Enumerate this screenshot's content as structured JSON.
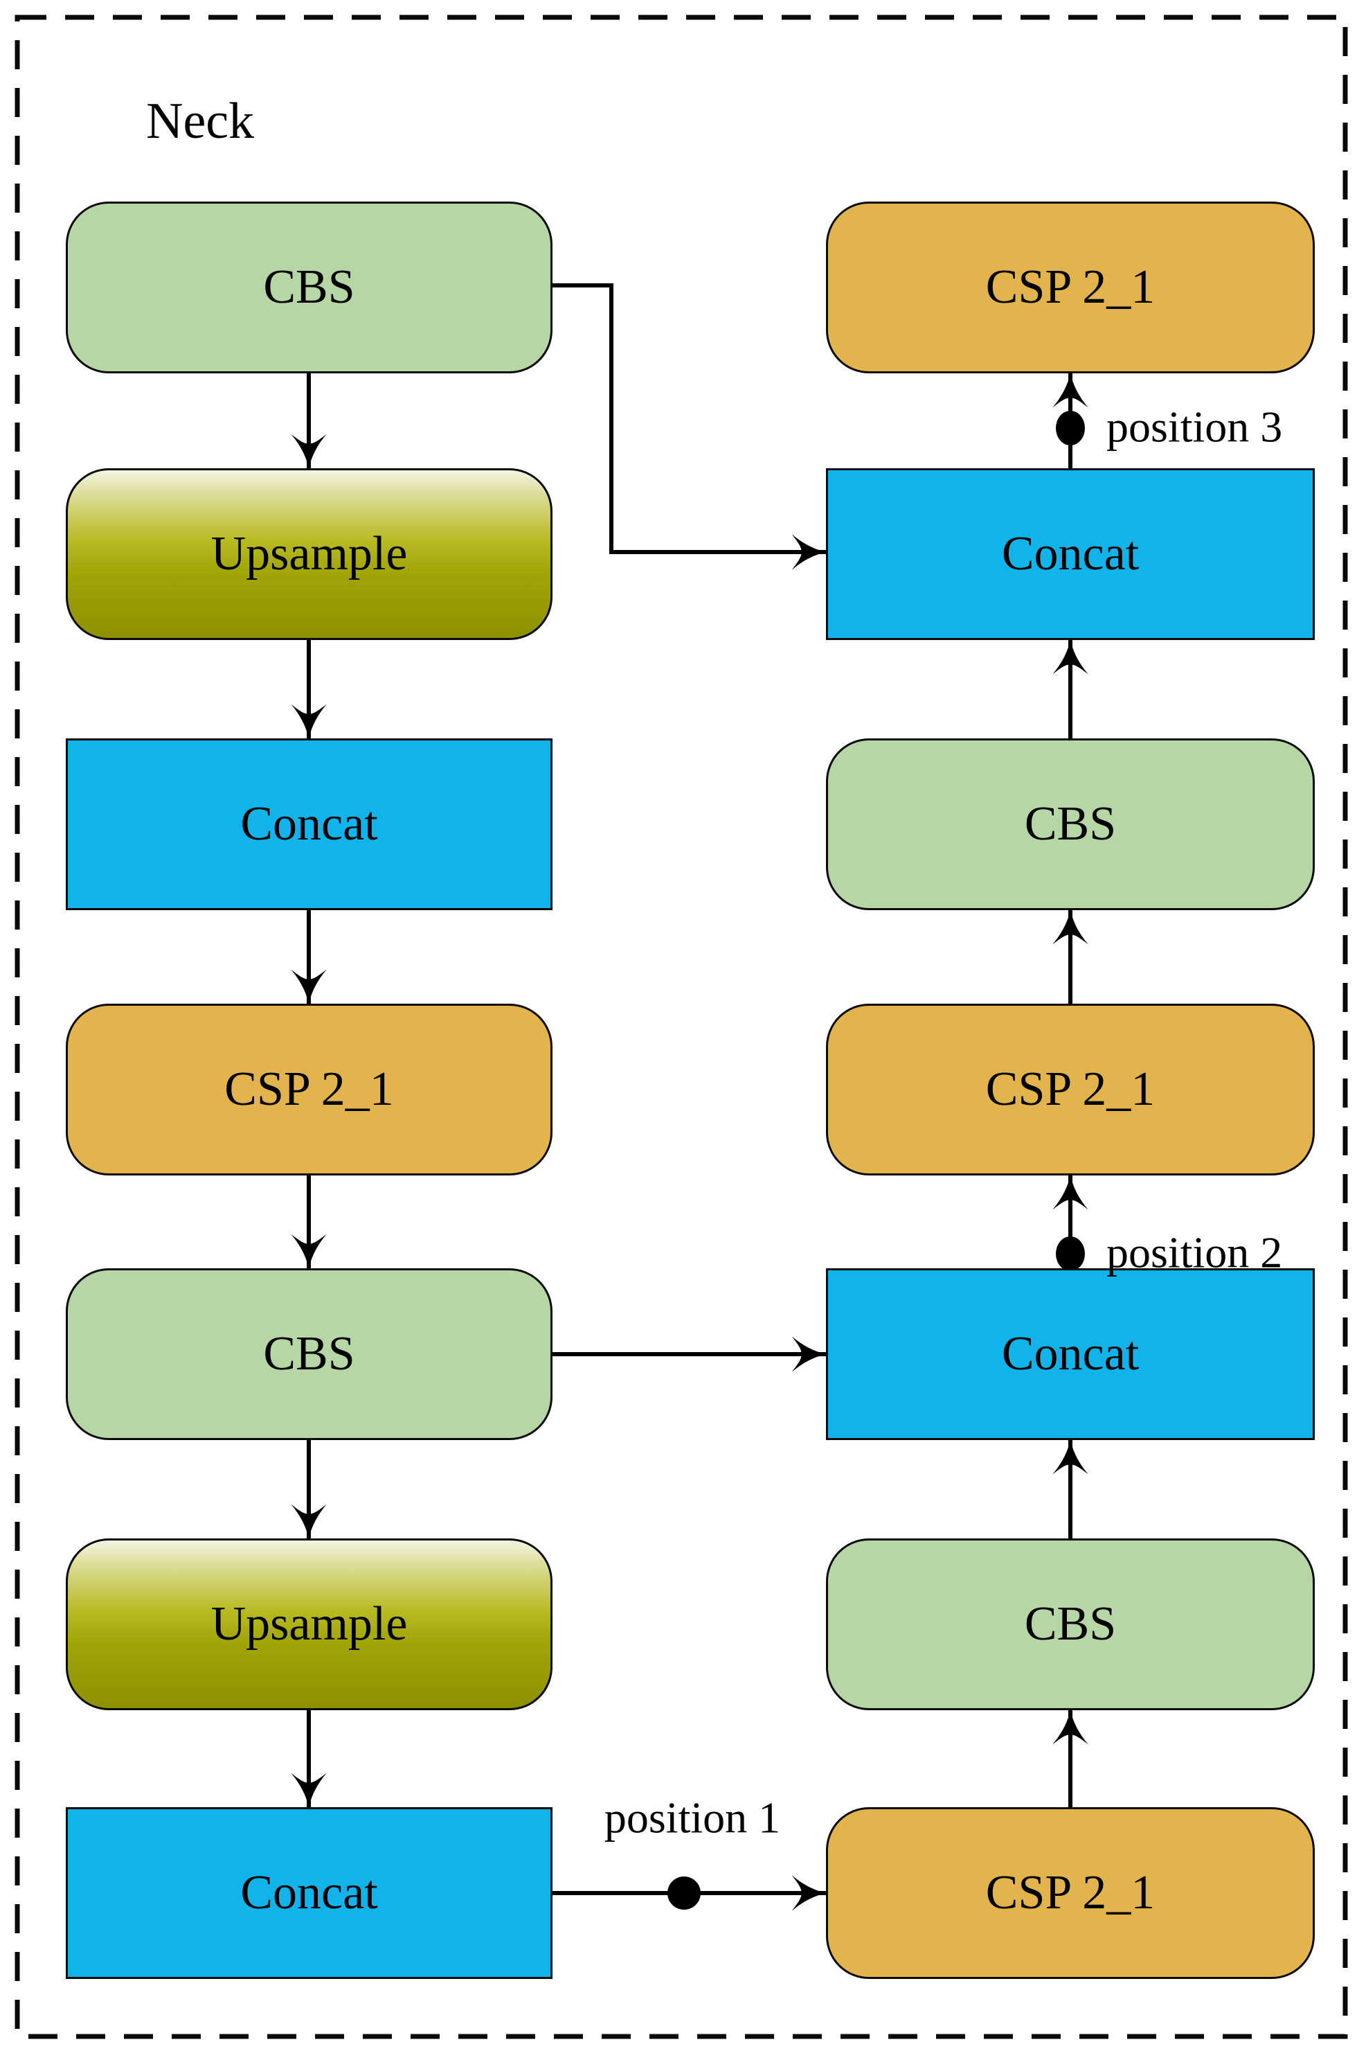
{
  "title": "Neck",
  "colors": {
    "cbs": "#b7d6a6",
    "csp": "#e4b44c",
    "concat": "#10b4ea",
    "upsample-top": "#f3f5e3",
    "upsample-mid": "#b8ba22",
    "upsample-bottom": "#8d9100",
    "line": "#000000"
  },
  "nodes": [
    {
      "id": "cbs-left-1",
      "label": "CBS",
      "type": "cbs"
    },
    {
      "id": "upsample-1",
      "label": "Upsample",
      "type": "upsample"
    },
    {
      "id": "concat-left-1",
      "label": "Concat",
      "type": "concat"
    },
    {
      "id": "csp-left-1",
      "label": "CSP 2_1",
      "type": "csp"
    },
    {
      "id": "cbs-left-2",
      "label": "CBS",
      "type": "cbs"
    },
    {
      "id": "upsample-2",
      "label": "Upsample",
      "type": "upsample"
    },
    {
      "id": "concat-left-2",
      "label": "Concat",
      "type": "concat"
    },
    {
      "id": "csp-right-top",
      "label": "CSP 2_1",
      "type": "csp"
    },
    {
      "id": "concat-right-1",
      "label": "Concat",
      "type": "concat"
    },
    {
      "id": "cbs-right-1",
      "label": "CBS",
      "type": "cbs"
    },
    {
      "id": "csp-right-mid",
      "label": "CSP 2_1",
      "type": "csp"
    },
    {
      "id": "concat-right-2",
      "label": "Concat",
      "type": "concat"
    },
    {
      "id": "cbs-right-2",
      "label": "CBS",
      "type": "cbs"
    },
    {
      "id": "csp-right-bottom",
      "label": "CSP 2_1",
      "type": "csp"
    }
  ],
  "annotations": {
    "position1": "position 1",
    "position2": "position 2",
    "position3": "position 3"
  }
}
